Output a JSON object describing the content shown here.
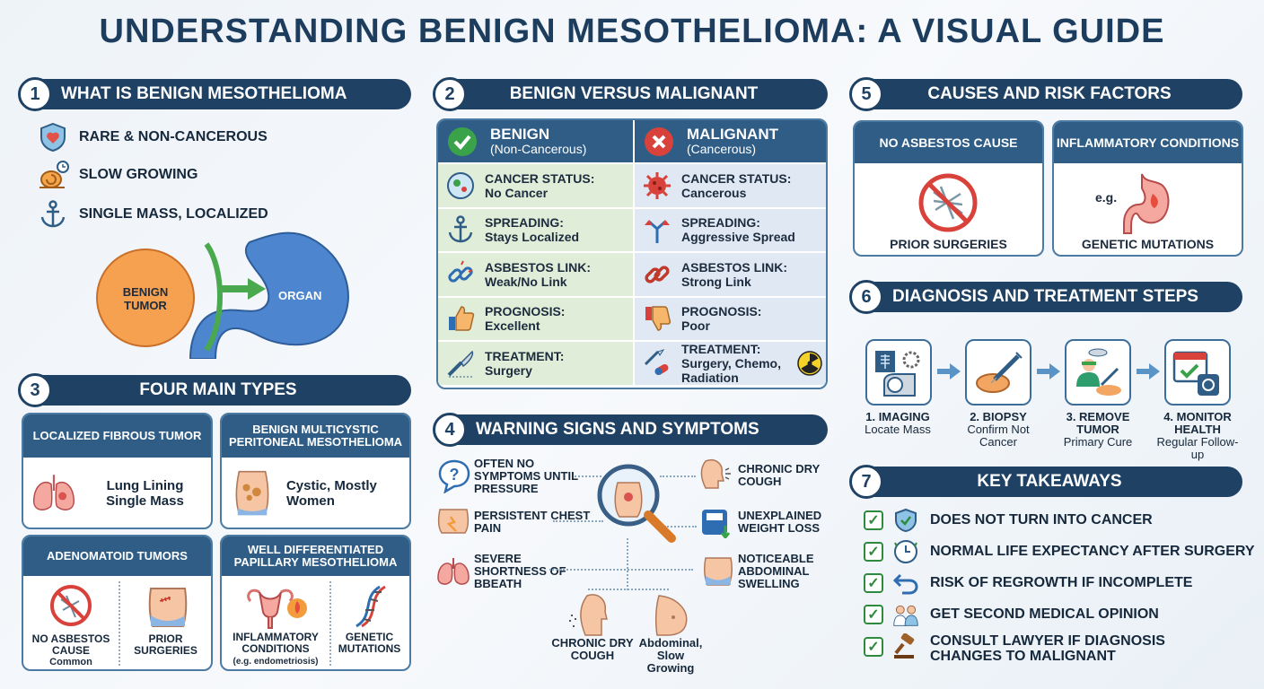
{
  "title": "UNDERSTANDING BENIGN MESOTHELIOMA: A VISUAL GUIDE",
  "sections": {
    "s1": {
      "num": "1",
      "title": "WHAT IS BENIGN MESOTHELIOMA",
      "items": [
        "RARE & NON-CANCEROUS",
        "SLOW GROWING",
        "SINGLE MASS, LOCALIZED"
      ],
      "tumor_label": "BENIGN TUMOR",
      "organ_label": "ORGAN"
    },
    "s2": {
      "num": "2",
      "title": "BENIGN VERSUS MALIGNANT",
      "benign": {
        "title": "BENIGN",
        "sub": "(Non-Cancerous)",
        "rows": [
          {
            "label": "CANCER STATUS:",
            "value": "No Cancer"
          },
          {
            "label": "SPREADING:",
            "value": "Stays Localized"
          },
          {
            "label": "ASBESTOS LINK:",
            "value": "Weak/No Link"
          },
          {
            "label": "PROGNOSIS:",
            "value": "Excellent"
          },
          {
            "label": "TREATMENT:",
            "value": "Surgery"
          }
        ]
      },
      "malignant": {
        "title": "MALIGNANT",
        "sub": "(Cancerous)",
        "rows": [
          {
            "label": "CANCER STATUS:",
            "value": "Cancerous"
          },
          {
            "label": "SPREADING:",
            "value": "Aggressive Spread"
          },
          {
            "label": "ASBESTOS LINK:",
            "value": "Strong Link"
          },
          {
            "label": "PROGNOSIS:",
            "value": "Poor"
          },
          {
            "label": "TREATMENT:",
            "value": "Surgery, Chemo, Radiation"
          }
        ]
      }
    },
    "s3": {
      "num": "3",
      "title": "FOUR MAIN TYPES",
      "t1": {
        "title": "LOCALIZED FIBROUS TUMOR",
        "text": "Lung Lining Single Mass"
      },
      "t2": {
        "title": "BENIGN MULTICYSTIC PERITONEAL MESOTHELIOMA",
        "text": "Cystic, Mostly Women"
      },
      "t3": {
        "title": "ADENOMATOID TUMORS",
        "a": "NO ASBESTOS CAUSE",
        "a_sub": "Common",
        "b": "PRIOR SURGERIES"
      },
      "t4": {
        "title": "WELL DIFFERENTIATED PAPILLARY MESOTHELIOMA",
        "a": "INFLAMMATORY CONDITIONS",
        "a_sub": "(e.g. endometriosis)",
        "b": "GENETIC MUTATIONS"
      }
    },
    "s4": {
      "num": "4",
      "title": "WARNING SIGNS AND SYMPTOMS",
      "left": [
        "OFTEN NO SYMPTOMS UNTIL PRESSURE",
        "PERSISTENT CHEST PAIN",
        "SEVERE SHORTNESS OF BBEATH"
      ],
      "right": [
        "CHRONIC DRY COUGH",
        "UNEXPLAINED WEIGHT LOSS",
        "NOTICEABLE ABDOMINAL SWELLING"
      ],
      "bottom_a": "CHRONIC DRY COUGH",
      "bottom_b": "Abdominal, Slow Growing"
    },
    "s5": {
      "num": "5",
      "title": "CAUSES AND RISK FACTORS",
      "c1": {
        "title": "NO ASBESTOS CAUSE",
        "label": "PRIOR SURGERIES"
      },
      "c2": {
        "title": "INFLAMMATORY CONDITIONS",
        "eg": "e.g.",
        "label": "GENETIC MUTATIONS"
      }
    },
    "s6": {
      "num": "6",
      "title": "DIAGNOSIS AND TREATMENT STEPS",
      "steps": [
        {
          "title": "1. IMAGING",
          "sub": "Locate Mass"
        },
        {
          "title": "2. BIOPSY",
          "sub": "Confirm Not Cancer"
        },
        {
          "title": "3. REMOVE TUMOR",
          "sub": "Primary Cure"
        },
        {
          "title": "4. MONITOR HEALTH",
          "sub": "Regular Follow-up"
        }
      ]
    },
    "s7": {
      "num": "7",
      "title": "KEY TAKEAWAYS",
      "items": [
        "DOES NOT TURN INTO CANCER",
        "NORMAL LIFE EXPECTANCY AFTER SURGERY",
        "RISK OF REGROWTH IF INCOMPLETE",
        "GET SECOND MEDICAL OPINION",
        "CONSULT LAWYER IF DIAGNOSIS CHANGES TO MALIGNANT"
      ]
    }
  },
  "colors": {
    "navy": "#1f4264",
    "green": "#2e8b3e",
    "tumor": "#f29a4a",
    "organ": "#4d86cf"
  }
}
